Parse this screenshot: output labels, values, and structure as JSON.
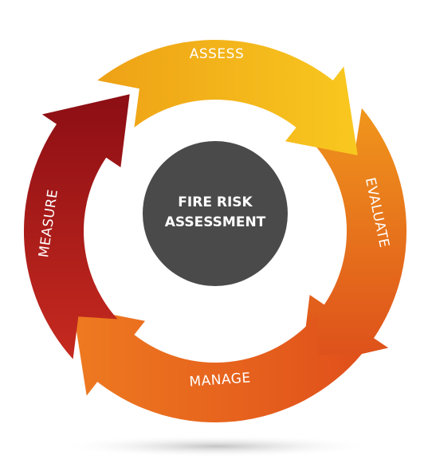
{
  "center": {
    "line1": "FIRE RISK",
    "line2": "ASSESSMENT",
    "color": "#4a4a4a"
  },
  "segments": [
    {
      "label": "ASSESS",
      "color_start": "#f2a516",
      "color_end": "#f7c21d"
    },
    {
      "label": "EVALUATE",
      "color_start": "#f0a21a",
      "color_end": "#e05a1c"
    },
    {
      "label": "MANAGE",
      "color_start": "#e86d1e",
      "color_end": "#e0521a"
    },
    {
      "label": "MEASURE",
      "color_start": "#c8281e",
      "color_end": "#8e0f14"
    }
  ]
}
